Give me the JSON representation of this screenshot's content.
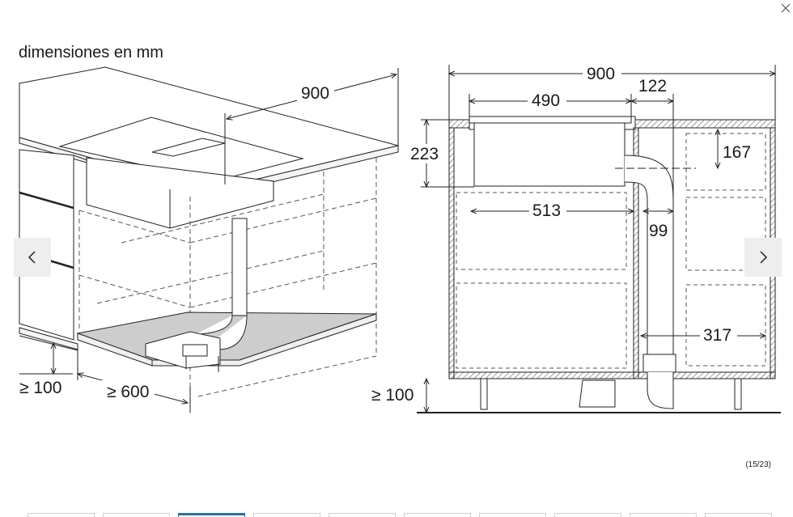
{
  "gallery": {
    "counter": "(15/23)",
    "thumbnail_count": 10,
    "active_thumbnail": 2,
    "accent_color": "#1b72b8"
  },
  "drawing": {
    "caption": "dimensiones en mm",
    "perspective": {
      "width": "900",
      "depth_min": "≥ 600",
      "gap_min": "≥ 100"
    },
    "section": {
      "width": "900",
      "unit_width": "490",
      "unit_offset": "122",
      "unit_height": "223",
      "duct_drop": "167",
      "inner_width": "513",
      "duct_width": "99",
      "duct_distance": "317",
      "base_gap": "≥ 100"
    }
  },
  "icons": {
    "close": "close-icon",
    "prev": "chevron-left-icon",
    "next": "chevron-right-icon"
  }
}
